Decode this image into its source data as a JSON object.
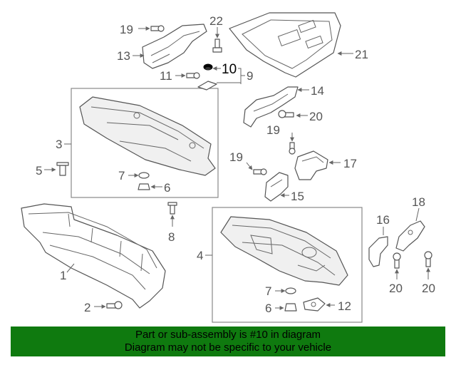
{
  "labels": {
    "p1": "1",
    "p2": "2",
    "p3": "3",
    "p4": "4",
    "p5": "5",
    "p6a": "6",
    "p6b": "6",
    "p7a": "7",
    "p7b": "7",
    "p8": "8",
    "p9": "9",
    "p10": "10",
    "p11": "11",
    "p12": "12",
    "p13": "13",
    "p14": "14",
    "p15": "15",
    "p16": "16",
    "p17": "17",
    "p18": "18",
    "p19a": "19",
    "p19b": "19",
    "p19c": "19",
    "p20a": "20",
    "p20b": "20",
    "p20c": "20",
    "p21": "21",
    "p22": "22"
  },
  "highlight_part": "10",
  "footer": {
    "line1": "Part or sub-assembly is #10 in diagram",
    "line2": "Diagram may not be specific to your vehicle"
  },
  "colors": {
    "footer_bg": "#0f7a0f",
    "line": "#555555"
  }
}
